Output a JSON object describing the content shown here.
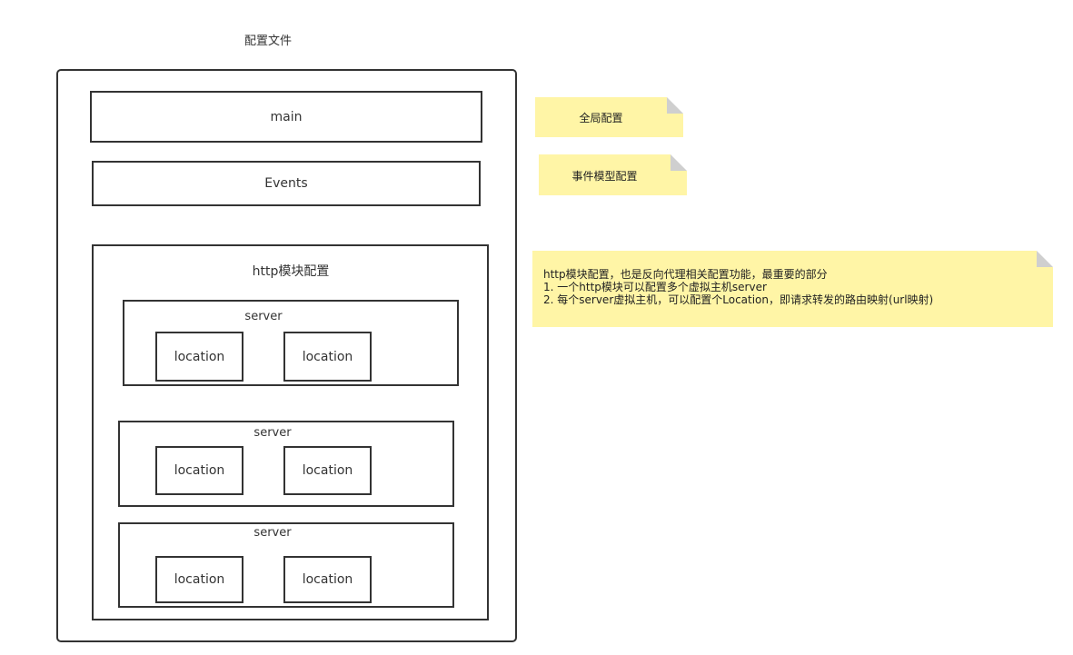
{
  "diagram": {
    "title": "配置文件",
    "main_label": "main",
    "events_label": "Events",
    "http_label": "http模块配置",
    "servers": [
      {
        "label": "server",
        "locations": [
          "location",
          "location"
        ]
      },
      {
        "label": "server",
        "locations": [
          "location",
          "location"
        ]
      },
      {
        "label": "server",
        "locations": [
          "location",
          "location"
        ]
      }
    ]
  },
  "notes": {
    "global": "全局配置",
    "events": "事件模型配置",
    "http_lines": [
      "http模块配置，也是反向代理相关配置功能，最重要的部分",
      "1.  一个http模块可以配置多个虚拟主机server",
      "2. 每个server虚拟主机，可以配置个Location，即请求转发的路由映射(url映射)"
    ]
  },
  "colors": {
    "note_fill": "#fff5a6",
    "border": "#333333",
    "fold": "#cfcfcf"
  }
}
